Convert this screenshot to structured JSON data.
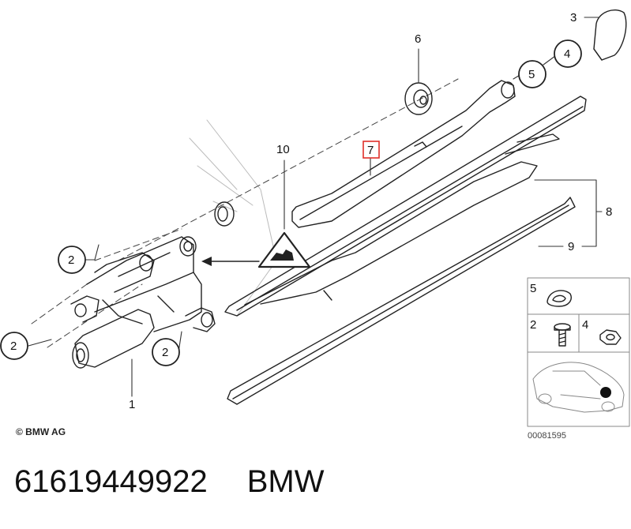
{
  "diagram": {
    "callouts": {
      "c1": "1",
      "c2a": "2",
      "c2b": "2",
      "c2c": "2",
      "c3": "3",
      "c4": "4",
      "c5": "5",
      "c6": "6",
      "c7": "7",
      "c8": "8",
      "c9": "9",
      "c10": "10"
    },
    "legend": {
      "l5": "5",
      "l2": "2",
      "l4": "4"
    },
    "highlight_color": "#e0302a",
    "copyright": "© BMW AG",
    "image_number": "00081595"
  },
  "footer": {
    "part_number": "61619449922",
    "brand": "BMW"
  }
}
